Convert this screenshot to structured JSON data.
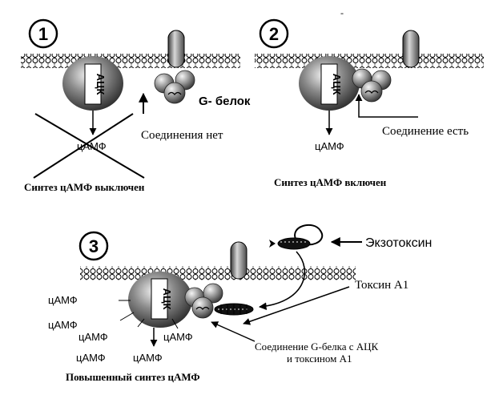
{
  "panels": [
    {
      "number": "1",
      "enzyme": "АЦК",
      "product": "цАМФ",
      "protein_label": "G- белок",
      "connection": "Соединения нет",
      "caption": "Синтез цАМФ выключен"
    },
    {
      "number": "2",
      "enzyme": "АЦК",
      "product": "цАМФ",
      "connection": "Соединение есть",
      "caption": "Синтез цАМФ включен"
    },
    {
      "number": "3",
      "enzyme": "АЦК",
      "products": [
        "цАМФ",
        "цАМФ",
        "цАМФ",
        "цАМФ",
        "цАМФ",
        "цАМФ"
      ],
      "exotoxin": "Экзотоксин",
      "toxin": "Токсин А1",
      "complex_line1": "Соединение  G-белка с  АЦК",
      "complex_line2": "и  токсином А1",
      "caption": "Повышенный синтез цАМФ"
    }
  ],
  "stray_mark": "-"
}
